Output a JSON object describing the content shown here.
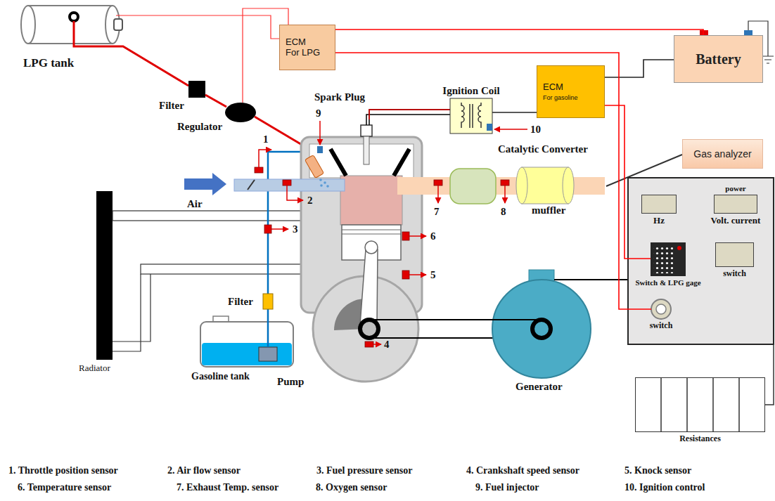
{
  "diagram": {
    "nodes": [
      {
        "text": [
          "ECM",
          "For LPG"
        ]
      },
      {
        "text": [
          "Battery"
        ]
      },
      {
        "text": [
          "Ignition Coil"
        ]
      },
      {
        "text": [
          "ECM",
          "For gasoline"
        ]
      },
      {
        "text": [
          "Gas analyzer"
        ]
      },
      {
        "text": [
          "Hz"
        ]
      },
      {
        "text": [
          "power",
          "Volt. current"
        ]
      },
      {
        "text": [
          "Switch & LPG gage"
        ]
      },
      {
        "text": [
          "switch"
        ]
      },
      {
        "text": [
          "switch"
        ]
      },
      {
        "text": [
          "Resistances"
        ]
      }
    ],
    "edges": [
      {
        "from": 0,
        "to": 1,
        "arrow": "none"
      },
      {
        "from": 3,
        "to": 1,
        "arrow": "none"
      },
      {
        "from": 0,
        "to": 9,
        "arrow": "none"
      },
      {
        "from": 3,
        "to": 7,
        "arrow": "none"
      },
      {
        "from": 2,
        "to": 3,
        "arrow": "none"
      }
    ],
    "labels": [
      "LPG tank",
      "Filter",
      "Regulator",
      "Spark Plug",
      "Catalytic Converter",
      "Air",
      "muffler",
      "Radiator",
      "Gasoline tank",
      "Pump",
      "Filter",
      "Generator",
      "1",
      "2",
      "3",
      "4",
      "5",
      "6",
      "7",
      "8",
      "9",
      "10",
      "1. Throttle position sensor",
      "2. Air flow sensor",
      "3. Fuel pressure sensor",
      "4. Crankshaft speed sensor",
      "5. Knock sensor",
      "6. Temperature sensor",
      "7. Exhaust Temp. sensor",
      "8. Oxygen sensor",
      "9. Fuel injector",
      "10. Ignition control"
    ]
  }
}
